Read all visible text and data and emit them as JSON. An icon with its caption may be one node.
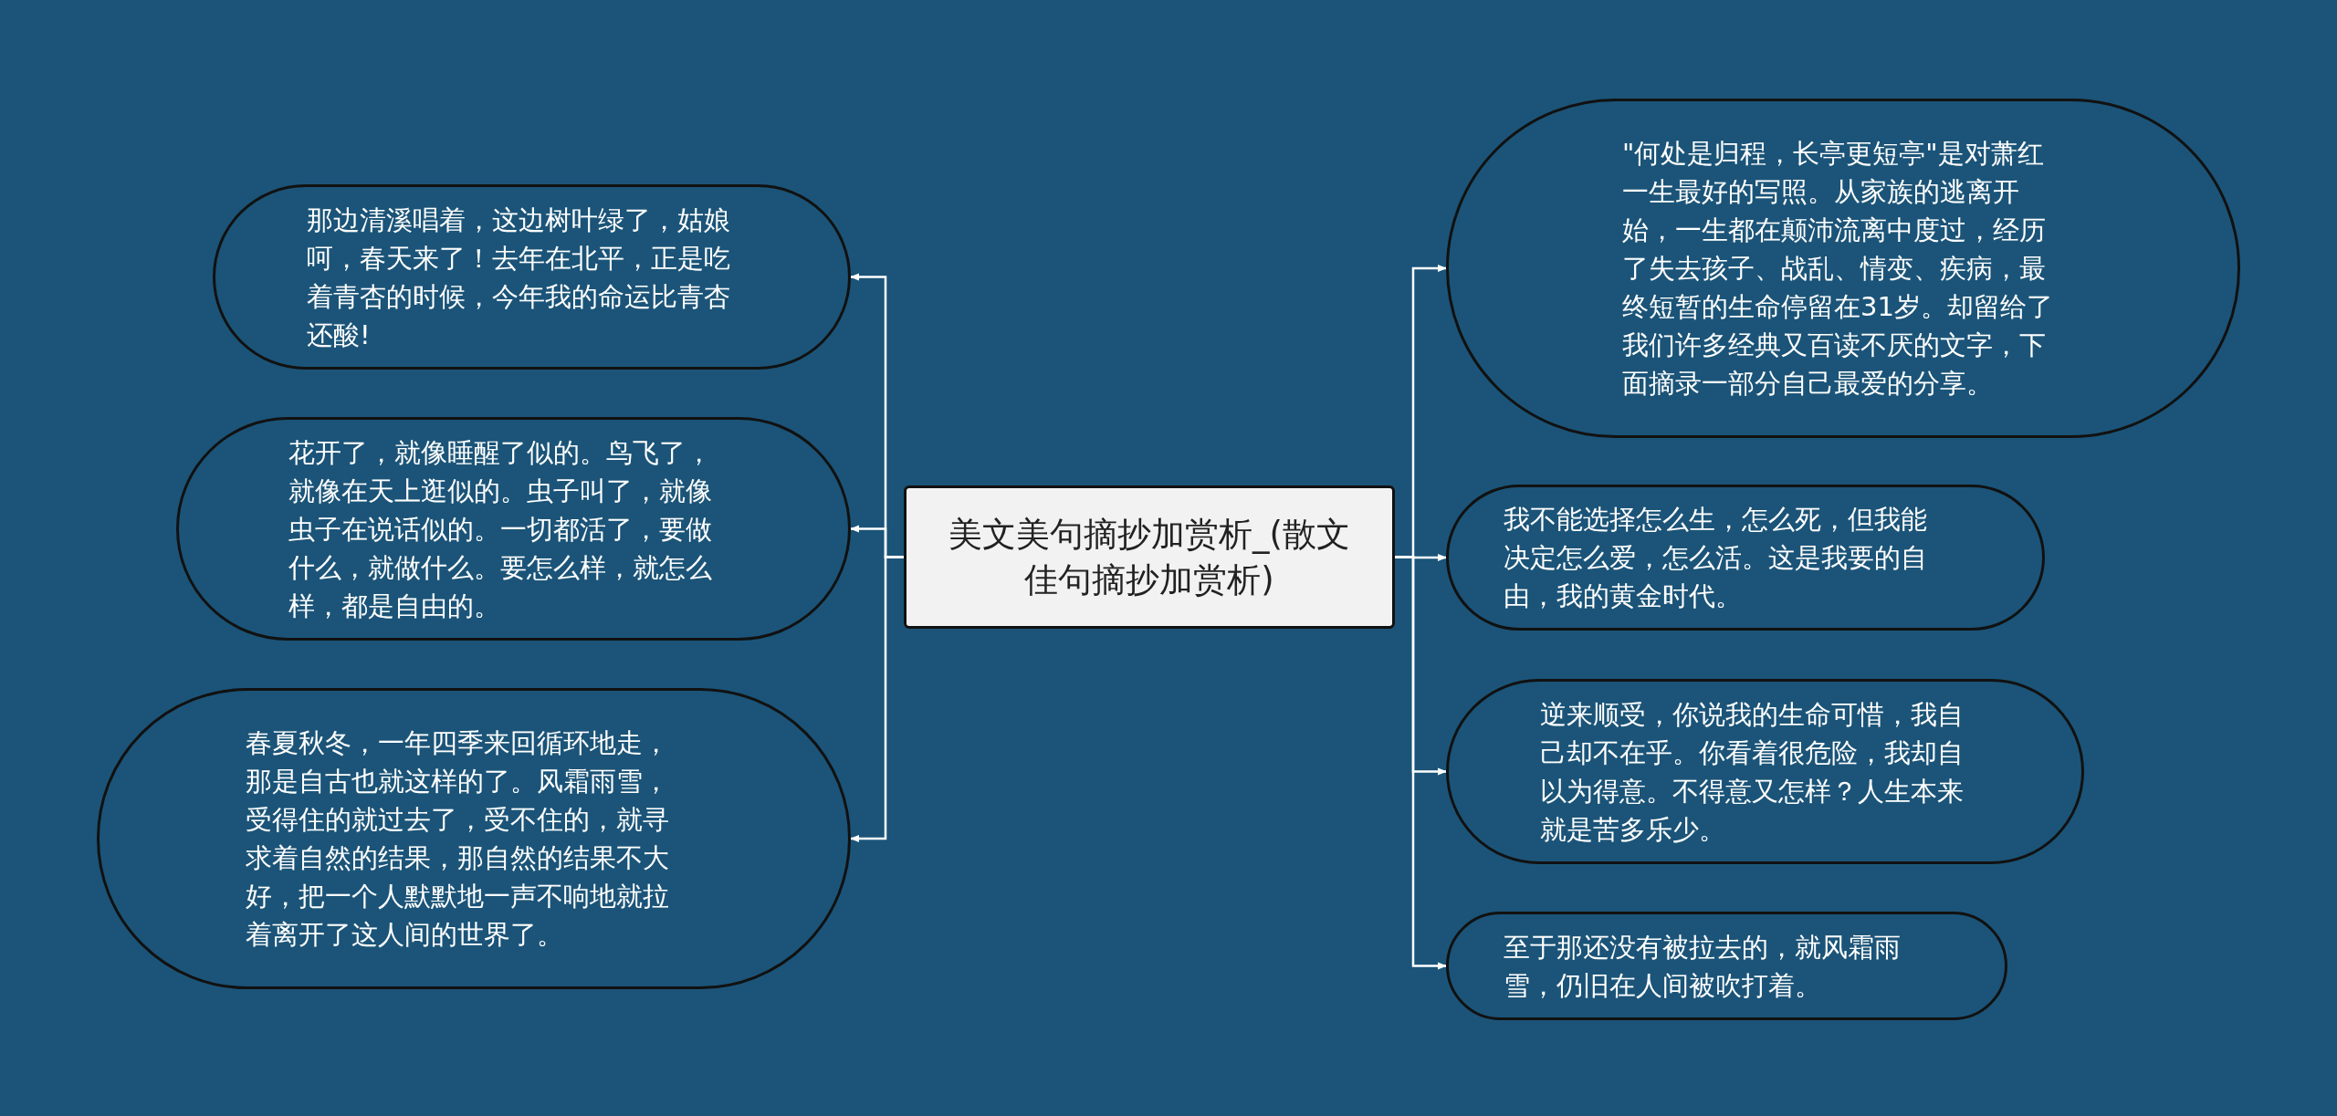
{
  "diagram": {
    "nodes": [
      {
        "text": [
          "美文美句摘抄加赏析_(散文佳句摘抄加赏析)"
        ]
      },
      {
        "text": [
          "那边清溪唱着，这边树叶绿了，姑娘呵，春天来了！去年在北平，正是吃着青杏的时候，今年我的命运比青杏还酸!"
        ]
      },
      {
        "text": [
          "花开了，就像睡醒了似的。鸟飞了，就像在天上逛似的。虫子叫了，就像虫子在说话似的。一切都活了，要做什么，就做什么。要怎么样，就怎么样，都是自由的。"
        ]
      },
      {
        "text": [
          "春夏秋冬，一年四季来回循环地走，那是自古也就这样的了。风霜雨雪，受得住的就过去了，受不住的，就寻求着自然的结果，那自然的结果不大好，把一个人默默地一声不响地就拉着离开了这人间的世界了。"
        ]
      },
      {
        "text": [
          "\"何处是归程，长亭更短亭\"是对萧红一生最好的写照。从家族的逃离开始，一生都在颠沛流离中度过，经历了失去孩子、战乱、情变、疾病，最终短暂的生命停留在31岁。却留给了我们许多经典又百读不厌的文字，下面摘录一部分自己最爱的分享。"
        ]
      },
      {
        "text": [
          "我不能选择怎么生，怎么死，但我能决定怎么爱，怎么活。这是我要的自由，我的黄金时代。"
        ]
      },
      {
        "text": [
          "逆来顺受，你说我的生命可惜，我自己却不在乎。你看着很危险，我却自以为得意。不得意又怎样？人生本来就是苦多乐少。"
        ]
      },
      {
        "text": [
          "至于那还没有被拉去的，就风霜雨雪，仍旧在人间被吹打着。"
        ]
      }
    ],
    "edges": [
      {
        "from": 0,
        "to": 1,
        "arrow": "to"
      },
      {
        "from": 0,
        "to": 2,
        "arrow": "to"
      },
      {
        "from": 0,
        "to": 3,
        "arrow": "to"
      },
      {
        "from": 0,
        "to": 4,
        "arrow": "to"
      },
      {
        "from": 0,
        "to": 5,
        "arrow": "to"
      },
      {
        "from": 0,
        "to": 6,
        "arrow": "to"
      },
      {
        "from": 0,
        "to": 7,
        "arrow": "to"
      }
    ]
  }
}
